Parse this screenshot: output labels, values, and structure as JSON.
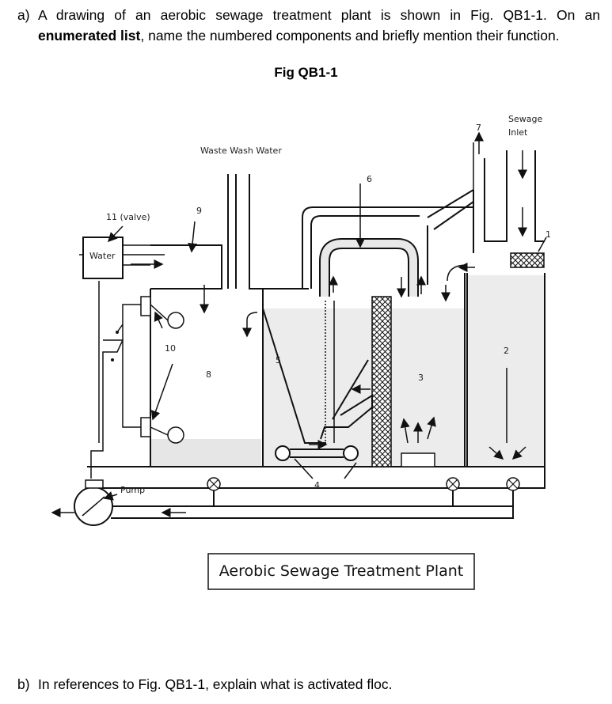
{
  "question_a": {
    "label": "a)",
    "text_before": "A drawing of an aerobic sewage treatment plant is shown in Fig. QB1-1. On an ",
    "emphasis": "enumerated list",
    "text_after": ", name the numbered components and briefly mention their function."
  },
  "figure_title": "Fig QB1-1",
  "diagram": {
    "labels": {
      "sewage": "Sewage",
      "inlet": "Inlet",
      "waste_wash_water": "Waste Wash Water",
      "valve": "11 (valve)",
      "water": "Water",
      "pump": "Pump",
      "n1": "1",
      "n2": "2",
      "n3": "3",
      "n4": "4",
      "n5": "5",
      "n6": "6",
      "n7": "7",
      "n8": "8",
      "n9": "9",
      "n10": "10"
    },
    "caption": "Aerobic Sewage Treatment Plant"
  },
  "question_b": {
    "label": "b)",
    "text": "In references to Fig. QB1-1, explain what is activated floc."
  }
}
